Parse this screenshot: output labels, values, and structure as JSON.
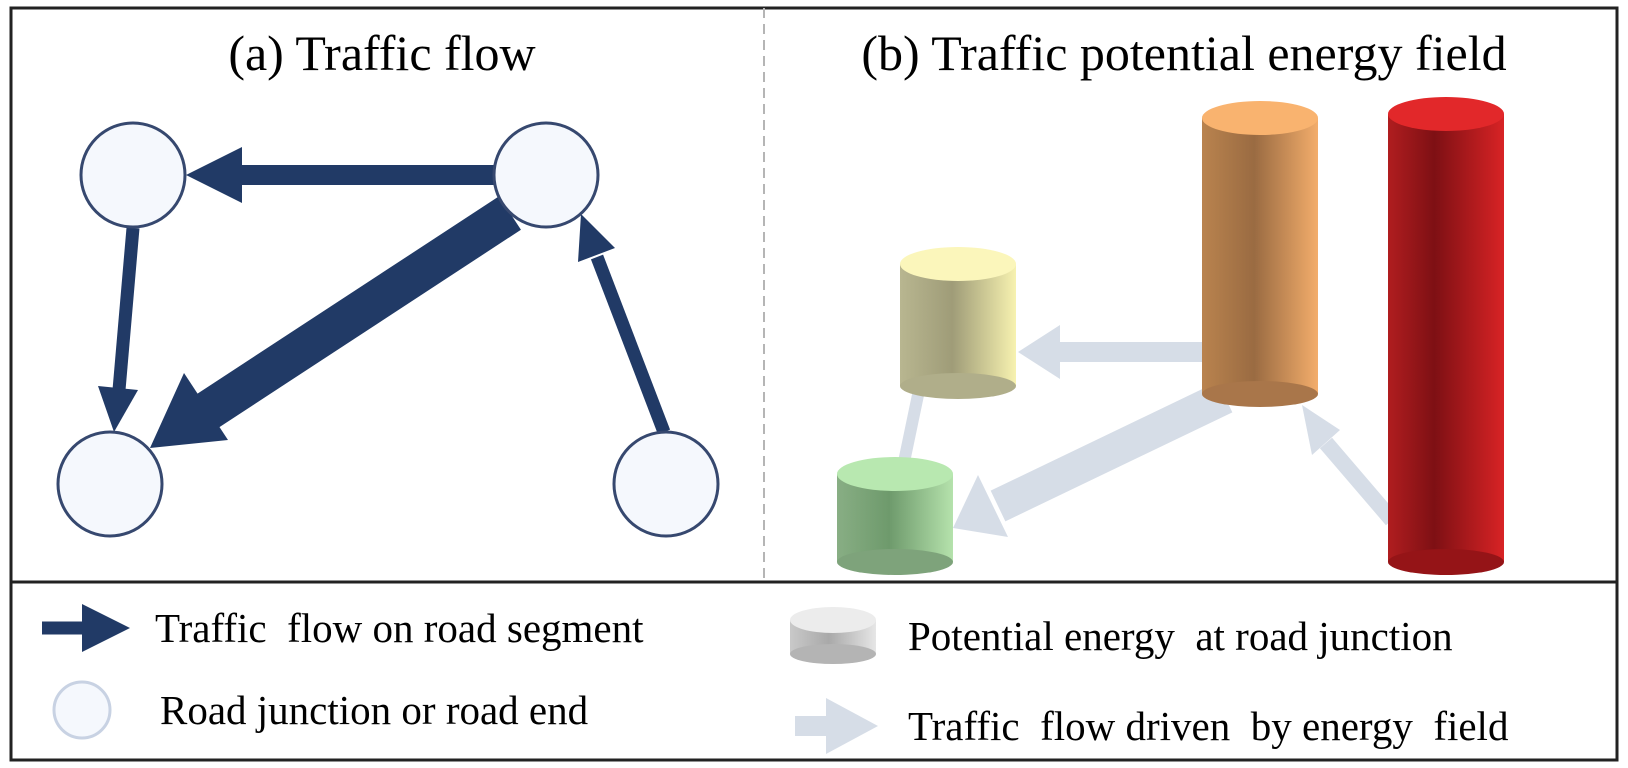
{
  "panels": {
    "a": {
      "title": "(a) Traffic flow"
    },
    "b": {
      "title": "(b) Traffic potential energy field"
    }
  },
  "legend": {
    "flow_label": "Traffic  flow on road segment",
    "junction_label": "Road junction or road end",
    "energy_label": "Potential energy  at road junction",
    "driven_label": "Traffic  flow driven  by energy  field"
  },
  "colors": {
    "flow_arrow": "#213a66",
    "node_fill": "#f5f8fd",
    "node_stroke": "#36486f",
    "field_arrow": "#d6dde7",
    "divider": "#b5b5b5",
    "frame": "#222222"
  },
  "icons": {
    "flow_arrow": "dark-navy-arrow-icon",
    "junction": "circle-node-icon",
    "energy": "gray-cylinder-icon",
    "driven_arrow": "light-gray-arrow-icon"
  }
}
